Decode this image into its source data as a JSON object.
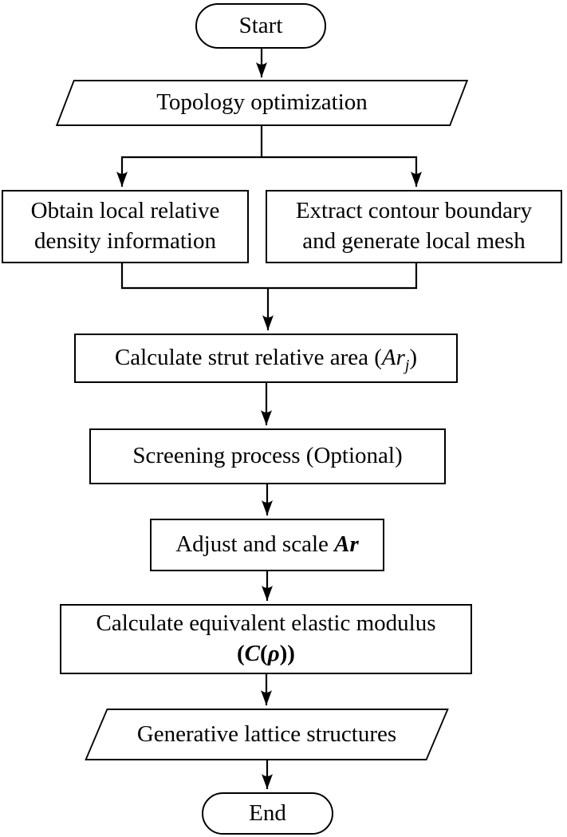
{
  "figure": {
    "type": "flowchart",
    "ink_color": "#000000",
    "background_color": "#ffffff"
  },
  "nodes": {
    "start": {
      "shape": "stadium-terminator",
      "label": "Start"
    },
    "topology": {
      "shape": "parallelogram-io",
      "label": "Topology optimization"
    },
    "obtain": {
      "shape": "rectangle-process",
      "line1": "Obtain local relative",
      "line2": "density information"
    },
    "extract": {
      "shape": "rectangle-process",
      "line1": "Extract contour boundary",
      "line2": "and generate local mesh"
    },
    "calc_area": {
      "shape": "rectangle-process",
      "prefix": "Calculate strut relative area (",
      "var": "Ar",
      "sub": "j",
      "suffix": ")"
    },
    "screening": {
      "shape": "rectangle-process",
      "label": "Screening process (Optional)"
    },
    "adjust": {
      "shape": "rectangle-process",
      "prefix": "Adjust and scale ",
      "var": "Ar"
    },
    "calc_modulus": {
      "shape": "rectangle-process",
      "line1": "Calculate equivalent elastic modulus",
      "l2_open": "(",
      "l2_var": "C",
      "l2_open2": "(",
      "l2_rho": "ρ",
      "l2_close": "))"
    },
    "generative": {
      "shape": "parallelogram-io",
      "label": "Generative lattice structures"
    },
    "end": {
      "shape": "stadium-terminator",
      "label": "End"
    }
  },
  "edges": [
    {
      "from": "start",
      "to": "topology"
    },
    {
      "from": "topology",
      "to": "obtain"
    },
    {
      "from": "topology",
      "to": "extract"
    },
    {
      "from": "obtain",
      "to": "calc_area"
    },
    {
      "from": "extract",
      "to": "calc_area"
    },
    {
      "from": "calc_area",
      "to": "screening"
    },
    {
      "from": "screening",
      "to": "adjust"
    },
    {
      "from": "adjust",
      "to": "calc_modulus"
    },
    {
      "from": "calc_modulus",
      "to": "generative"
    },
    {
      "from": "generative",
      "to": "end"
    }
  ]
}
